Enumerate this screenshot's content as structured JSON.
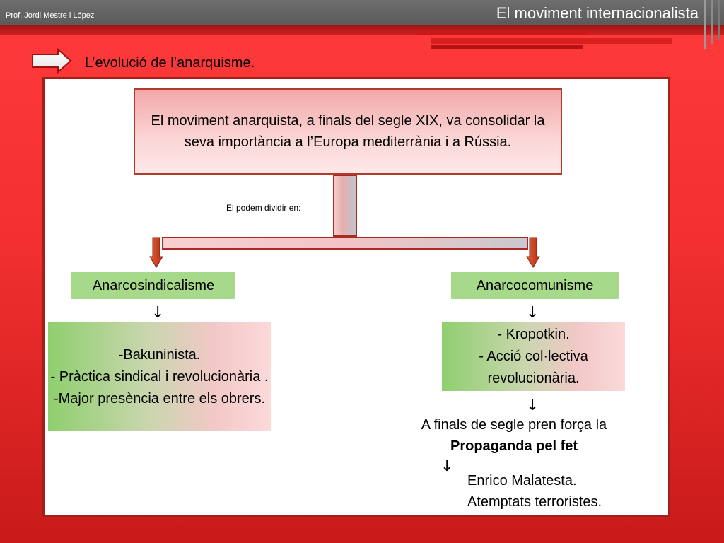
{
  "header": {
    "author": "Prof. Jordi Mestre i López",
    "title": "El moviment internacionalista"
  },
  "subtitle": "L’evolució de l’anarquisme.",
  "diagram": {
    "main_box": "El moviment anarquista, a finals del segle XIX, va consolidar la seva importància a l’Europa mediterrània i a Rússia.",
    "divide_label": "El podem dividir en:",
    "arrow_glyph": "↓",
    "left_branch": {
      "title": "Anarcosindicalisme",
      "details": [
        "-Bakuninista.",
        "- Pràctica sindical i revolucionària .",
        "-Major presència entre els obrers."
      ]
    },
    "right_branch": {
      "title": "Anarcocomunisme",
      "details": [
        "- Kropotkin.",
        "- Acció col·lectiva revolucionària."
      ],
      "propaganda_line1": "A finals de segle pren força la",
      "propaganda_line2": "Propaganda pel fet",
      "final_line1": "Enrico Malatesta.",
      "final_line2": "Atemptats terroristes."
    }
  },
  "colors": {
    "background_red": "#f23030",
    "header_gray": "#5a5a5a",
    "category_green": "#a6d98a",
    "border_red": "#b23a2c",
    "arrow_red": "#c0401c"
  },
  "icons": {
    "subtitle_bullet": "right-arrow-icon",
    "branch_arrows": "down-arrow-icon"
  }
}
